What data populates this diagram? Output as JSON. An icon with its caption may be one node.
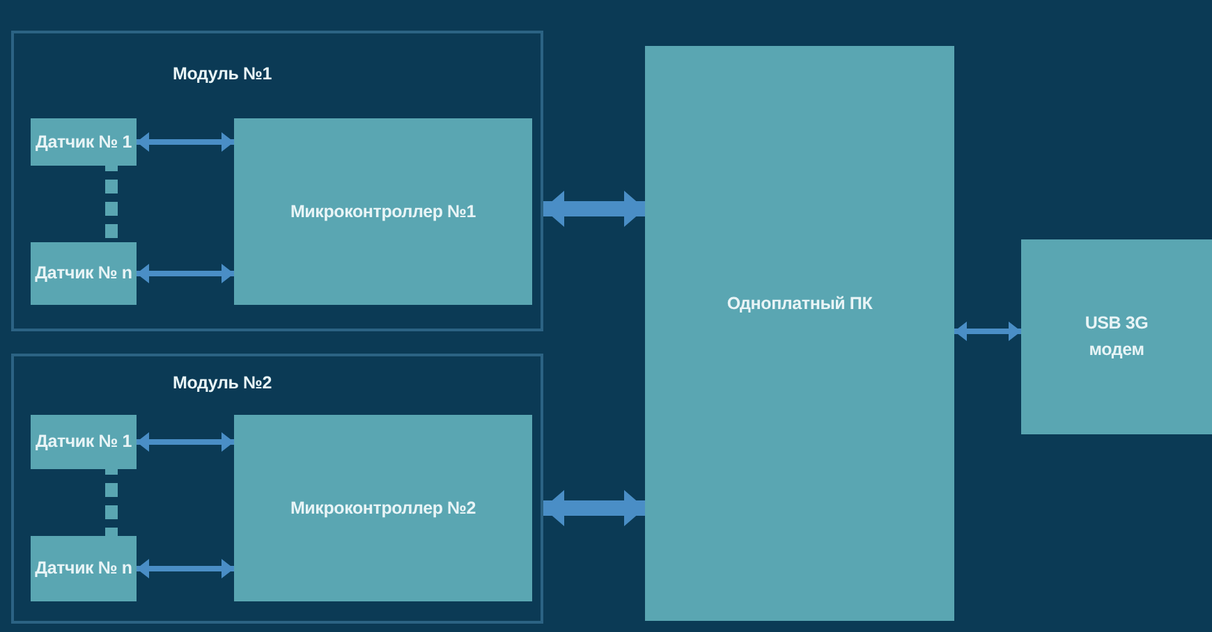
{
  "diagram": {
    "nodes": [
      {
        "text": [
          "Модуль №1"
        ]
      },
      {
        "text": [
          "Датчик № 1"
        ],
        "in": 0
      },
      {
        "text": [
          "Датчик № n"
        ],
        "in": 0
      },
      {
        "text": [
          "Микроконтроллер №1"
        ],
        "in": 0
      },
      {
        "text": [
          "Модуль №2"
        ]
      },
      {
        "text": [
          "Датчик № 1"
        ],
        "in": 4
      },
      {
        "text": [
          "Датчик № n"
        ],
        "in": 4
      },
      {
        "text": [
          "Микроконтроллер №2"
        ],
        "in": 4
      },
      {
        "text": [
          "Одноплатный ПК"
        ]
      },
      {
        "text": [
          "USB 3G модем"
        ]
      }
    ],
    "edges": [
      {
        "from": 1,
        "to": 3,
        "arrow": "both"
      },
      {
        "from": 2,
        "to": 3,
        "arrow": "both"
      },
      {
        "from": 1,
        "to": 2,
        "arrow": "none",
        "style": "dashed",
        "color": "#5aa6b2"
      },
      {
        "from": 5,
        "to": 7,
        "arrow": "both"
      },
      {
        "from": 6,
        "to": 7,
        "arrow": "both"
      },
      {
        "from": 5,
        "to": 6,
        "arrow": "none",
        "style": "dashed",
        "color": "#5aa6b2"
      },
      {
        "from": 0,
        "to": 8,
        "arrow": "both",
        "style": "thick"
      },
      {
        "from": 4,
        "to": 8,
        "arrow": "both",
        "style": "thick"
      },
      {
        "from": 8,
        "to": 9,
        "arrow": "both"
      }
    ]
  }
}
